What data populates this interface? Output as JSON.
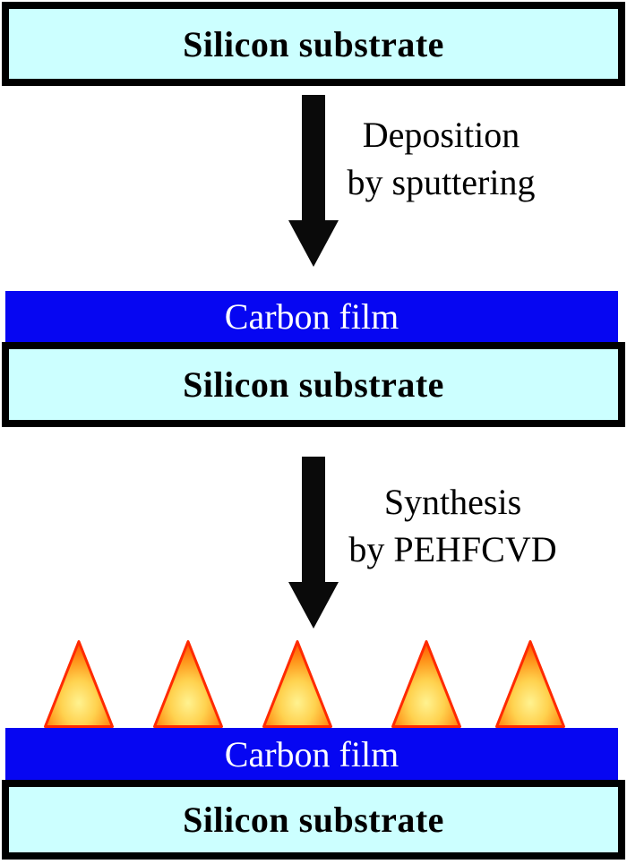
{
  "title": "Carbon nanotip synthesis process diagram",
  "colors": {
    "substrate_fill": "#ccffff",
    "film_fill": "#0606f2",
    "border_color": "#000000",
    "arrow_color": "#0a0a0a",
    "text_dark": "#000000",
    "text_light": "#ffffff",
    "tip_edge": "#ff2a00",
    "tip_core": "#fff290",
    "tip_mid": "#ff9a1e",
    "tip_outer": "#ff5500"
  },
  "stage1": {
    "substrate_label": "Silicon substrate"
  },
  "arrow1": {
    "line1": "Deposition",
    "line2": "by sputtering"
  },
  "stage2": {
    "film_label": "Carbon film",
    "substrate_label": "Silicon substrate"
  },
  "arrow2": {
    "line1": "Synthesis",
    "line2": "by PEHFCVD"
  },
  "stage3": {
    "nanotip_count": 5,
    "film_label": "Carbon film",
    "substrate_label": "Silicon substrate"
  }
}
